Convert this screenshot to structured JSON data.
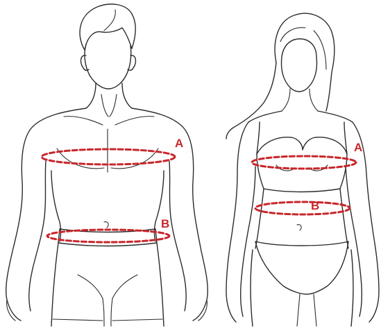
{
  "colors": {
    "background": "#ffffff",
    "outline": "#2b2b2b",
    "measurement": "#c8262b"
  },
  "figures": [
    {
      "id": "male",
      "markers": [
        {
          "label": "A"
        },
        {
          "label": "B"
        }
      ]
    },
    {
      "id": "female",
      "markers": [
        {
          "label": "A"
        },
        {
          "label": "B"
        }
      ]
    }
  ]
}
